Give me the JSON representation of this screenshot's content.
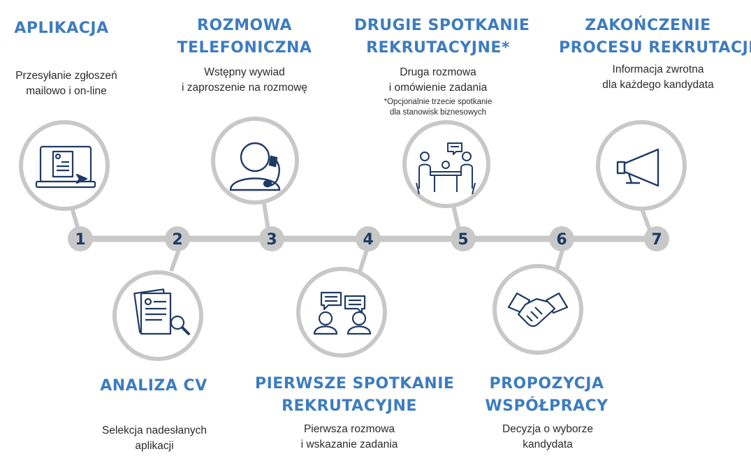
{
  "steps": [
    {
      "number": "1",
      "title_lines": [
        "APLIKACJA"
      ],
      "desc_lines": [
        "Przesyłanie zgłoszeń",
        "mailowo i on-line"
      ],
      "icon": "laptop-icon"
    },
    {
      "number": "2",
      "title_lines": [
        "ANALIZA CV"
      ],
      "desc_lines": [
        "Selekcja nadesłanych",
        "aplikacji"
      ],
      "icon": "documents-search-icon"
    },
    {
      "number": "3",
      "title_lines": [
        "ROZMOWA",
        "TELEFONICZNA"
      ],
      "desc_lines": [
        "Wstępny wywiad",
        "i zaproszenie na rozmowę"
      ],
      "icon": "headset-person-icon"
    },
    {
      "number": "4",
      "title_lines": [
        "PIERWSZE SPOTKANIE",
        "REKRUTACYJNE"
      ],
      "desc_lines": [
        "Pierwsza rozmowa",
        "i wskazanie zadania"
      ],
      "icon": "conversation-icon"
    },
    {
      "number": "5",
      "title_lines": [
        "DRUGIE SPOTKANIE",
        "REKRUTACYJNE*"
      ],
      "desc_lines": [
        "Druga rozmowa",
        "i omówienie zadania"
      ],
      "note_lines": [
        "*Opcjonalnie trzecie spotkanie",
        "dla stanowisk biznesowych"
      ],
      "icon": "meeting-table-icon"
    },
    {
      "number": "6",
      "title_lines": [
        "PROPOZYCJA",
        "WSPÓŁPRACY"
      ],
      "desc_lines": [
        "Decyzja o wyborze",
        "kandydata"
      ],
      "icon": "handshake-icon"
    },
    {
      "number": "7",
      "title_lines": [
        "ZAKOŃCZENIE",
        "PROCESU REKRUTACJI"
      ],
      "desc_lines": [
        "Informacja zwrotna",
        "dla każdego kandydata"
      ],
      "icon": "megaphone-icon"
    }
  ],
  "colors": {
    "accent": "#3d7cc0",
    "line": "#c8c8c8",
    "number": "#1f3a64",
    "icon": "#1f3a64",
    "text": "#2b2b2b"
  }
}
